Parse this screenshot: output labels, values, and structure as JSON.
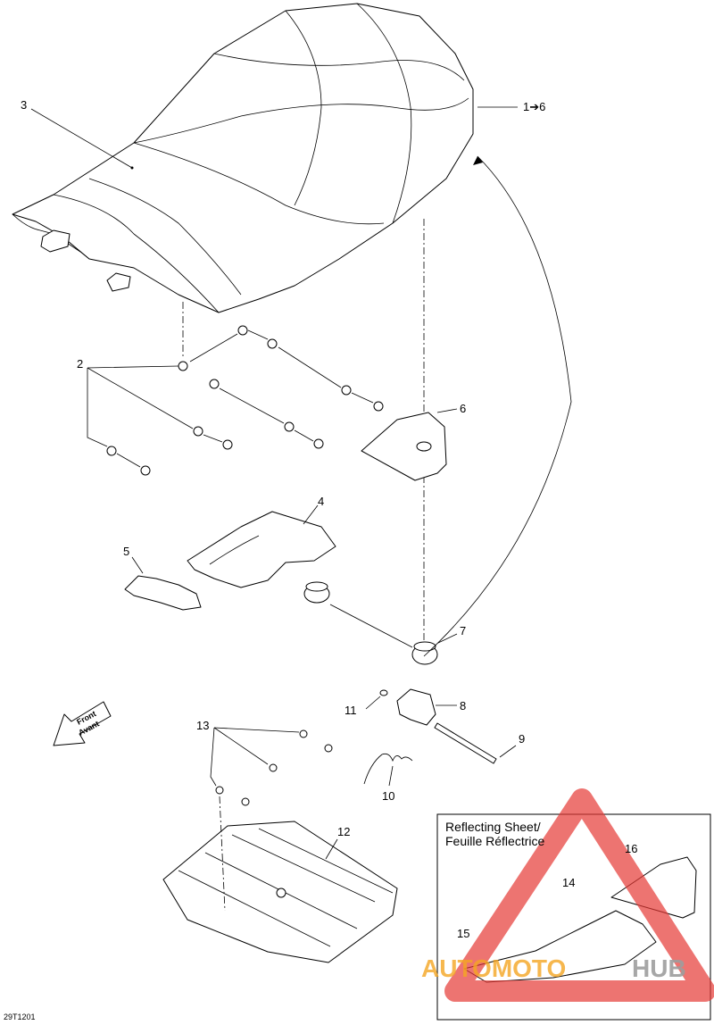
{
  "parts": {
    "p1": "1➔6",
    "p2": "2",
    "p3": "3",
    "p4": "4",
    "p5": "5",
    "p6": "6",
    "p7": "7",
    "p8": "8",
    "p9": "9",
    "p10": "10",
    "p11": "11",
    "p12": "12",
    "p13": "13"
  },
  "inset": {
    "title_line1": "Reflecting Sheet/",
    "title_line2": "Feuille Réflectrice",
    "p14": "14",
    "p15": "15",
    "p16": "16"
  },
  "front_arrow": {
    "line1": "Front",
    "line2": "Avant"
  },
  "drawing_code": "29T1201",
  "watermark": {
    "text_orange": "AUTOMOTO",
    "text_gray": "HUB",
    "color_red": "#e53935",
    "color_orange": "#f5a623",
    "color_gray": "#9e9e9e"
  }
}
